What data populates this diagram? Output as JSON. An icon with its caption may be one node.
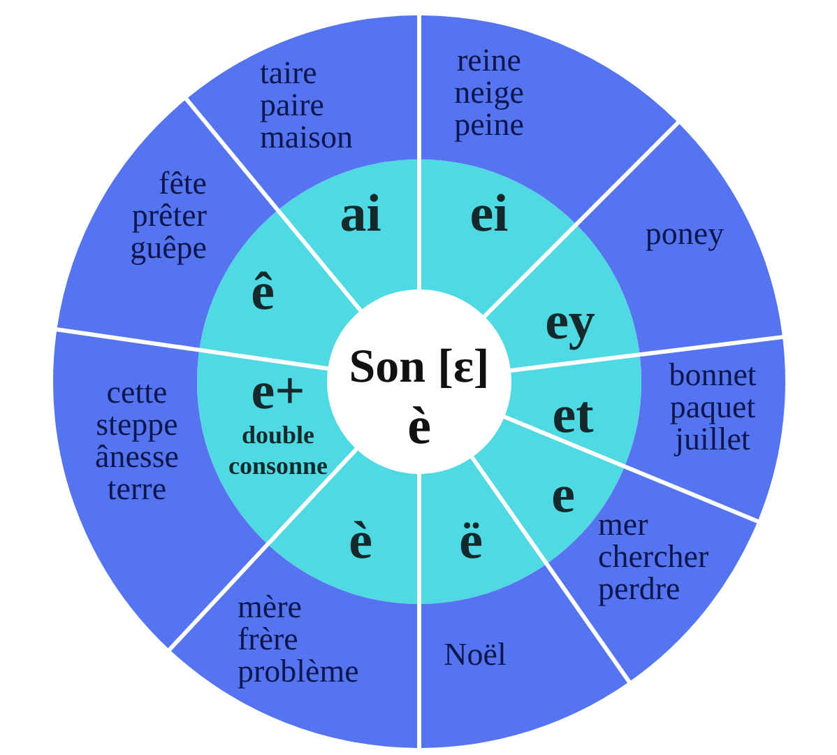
{
  "diagram": {
    "nodes": [
      {
        "text": [
          "Son [ɛ]",
          "è"
        ]
      },
      {
        "text": [
          "ai"
        ]
      },
      {
        "text": [
          "ei"
        ]
      },
      {
        "text": [
          "ey"
        ]
      },
      {
        "text": [
          "et"
        ]
      },
      {
        "text": [
          "e"
        ]
      },
      {
        "text": [
          "ë"
        ]
      },
      {
        "text": [
          "è"
        ]
      },
      {
        "text": [
          "e+",
          "double consonne"
        ]
      },
      {
        "text": [
          "ê"
        ]
      },
      {
        "text": [
          "taire",
          "paire",
          "maison"
        ]
      },
      {
        "text": [
          "reine",
          "neige",
          "peine"
        ]
      },
      {
        "text": [
          "poney"
        ]
      },
      {
        "text": [
          "bonnet",
          "paquet",
          "juillet"
        ]
      },
      {
        "text": [
          "mer",
          "chercher",
          "perdre"
        ]
      },
      {
        "text": [
          "Noël"
        ]
      },
      {
        "text": [
          "mère",
          "frère",
          "problème"
        ]
      },
      {
        "text": [
          "cette",
          "steppe",
          "ânesse",
          "terre"
        ]
      },
      {
        "text": [
          "fête",
          "prêter",
          "guêpe"
        ]
      }
    ]
  }
}
